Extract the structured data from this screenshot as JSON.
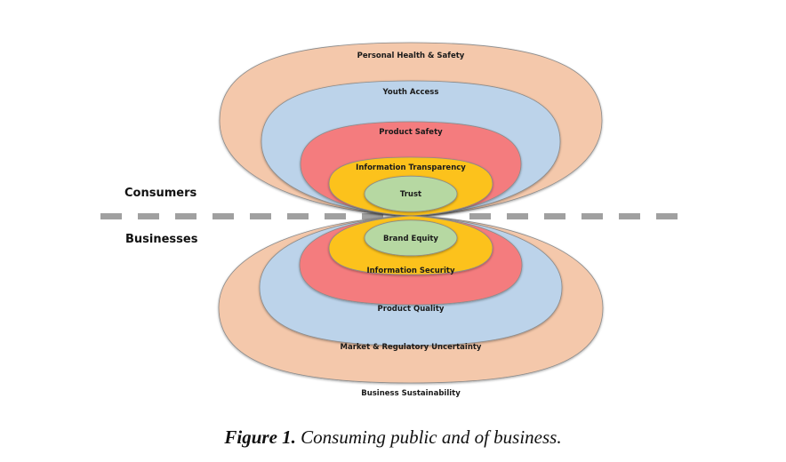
{
  "side_labels": {
    "top": "Consumers",
    "bottom": "Businesses"
  },
  "consumers_layers": [
    {
      "label": "Personal Health & Safety",
      "color": "#f4c8ab"
    },
    {
      "label": "Youth Access",
      "color": "#bcd3ea"
    },
    {
      "label": "Product Safety",
      "color": "#f47c7e"
    },
    {
      "label": "Information Transparency",
      "color": "#fcc21a"
    },
    {
      "label": "Trust",
      "color": "#b6d8a2"
    }
  ],
  "business_layers": [
    {
      "label": "Business Sustainability",
      "color": "#f4c8ab"
    },
    {
      "label": "Market & Regulatory Uncertainty",
      "color": "#bcd3ea"
    },
    {
      "label": "Product Quality",
      "color": "#f47c7e"
    },
    {
      "label": "Information Security",
      "color": "#fcc21a"
    },
    {
      "label": "Brand Equity",
      "color": "#b6d8a2"
    }
  ],
  "divider_color": "#a0a0a0",
  "caption": {
    "prefix": "Figure 1.",
    "text": " Consuming public and of business."
  }
}
